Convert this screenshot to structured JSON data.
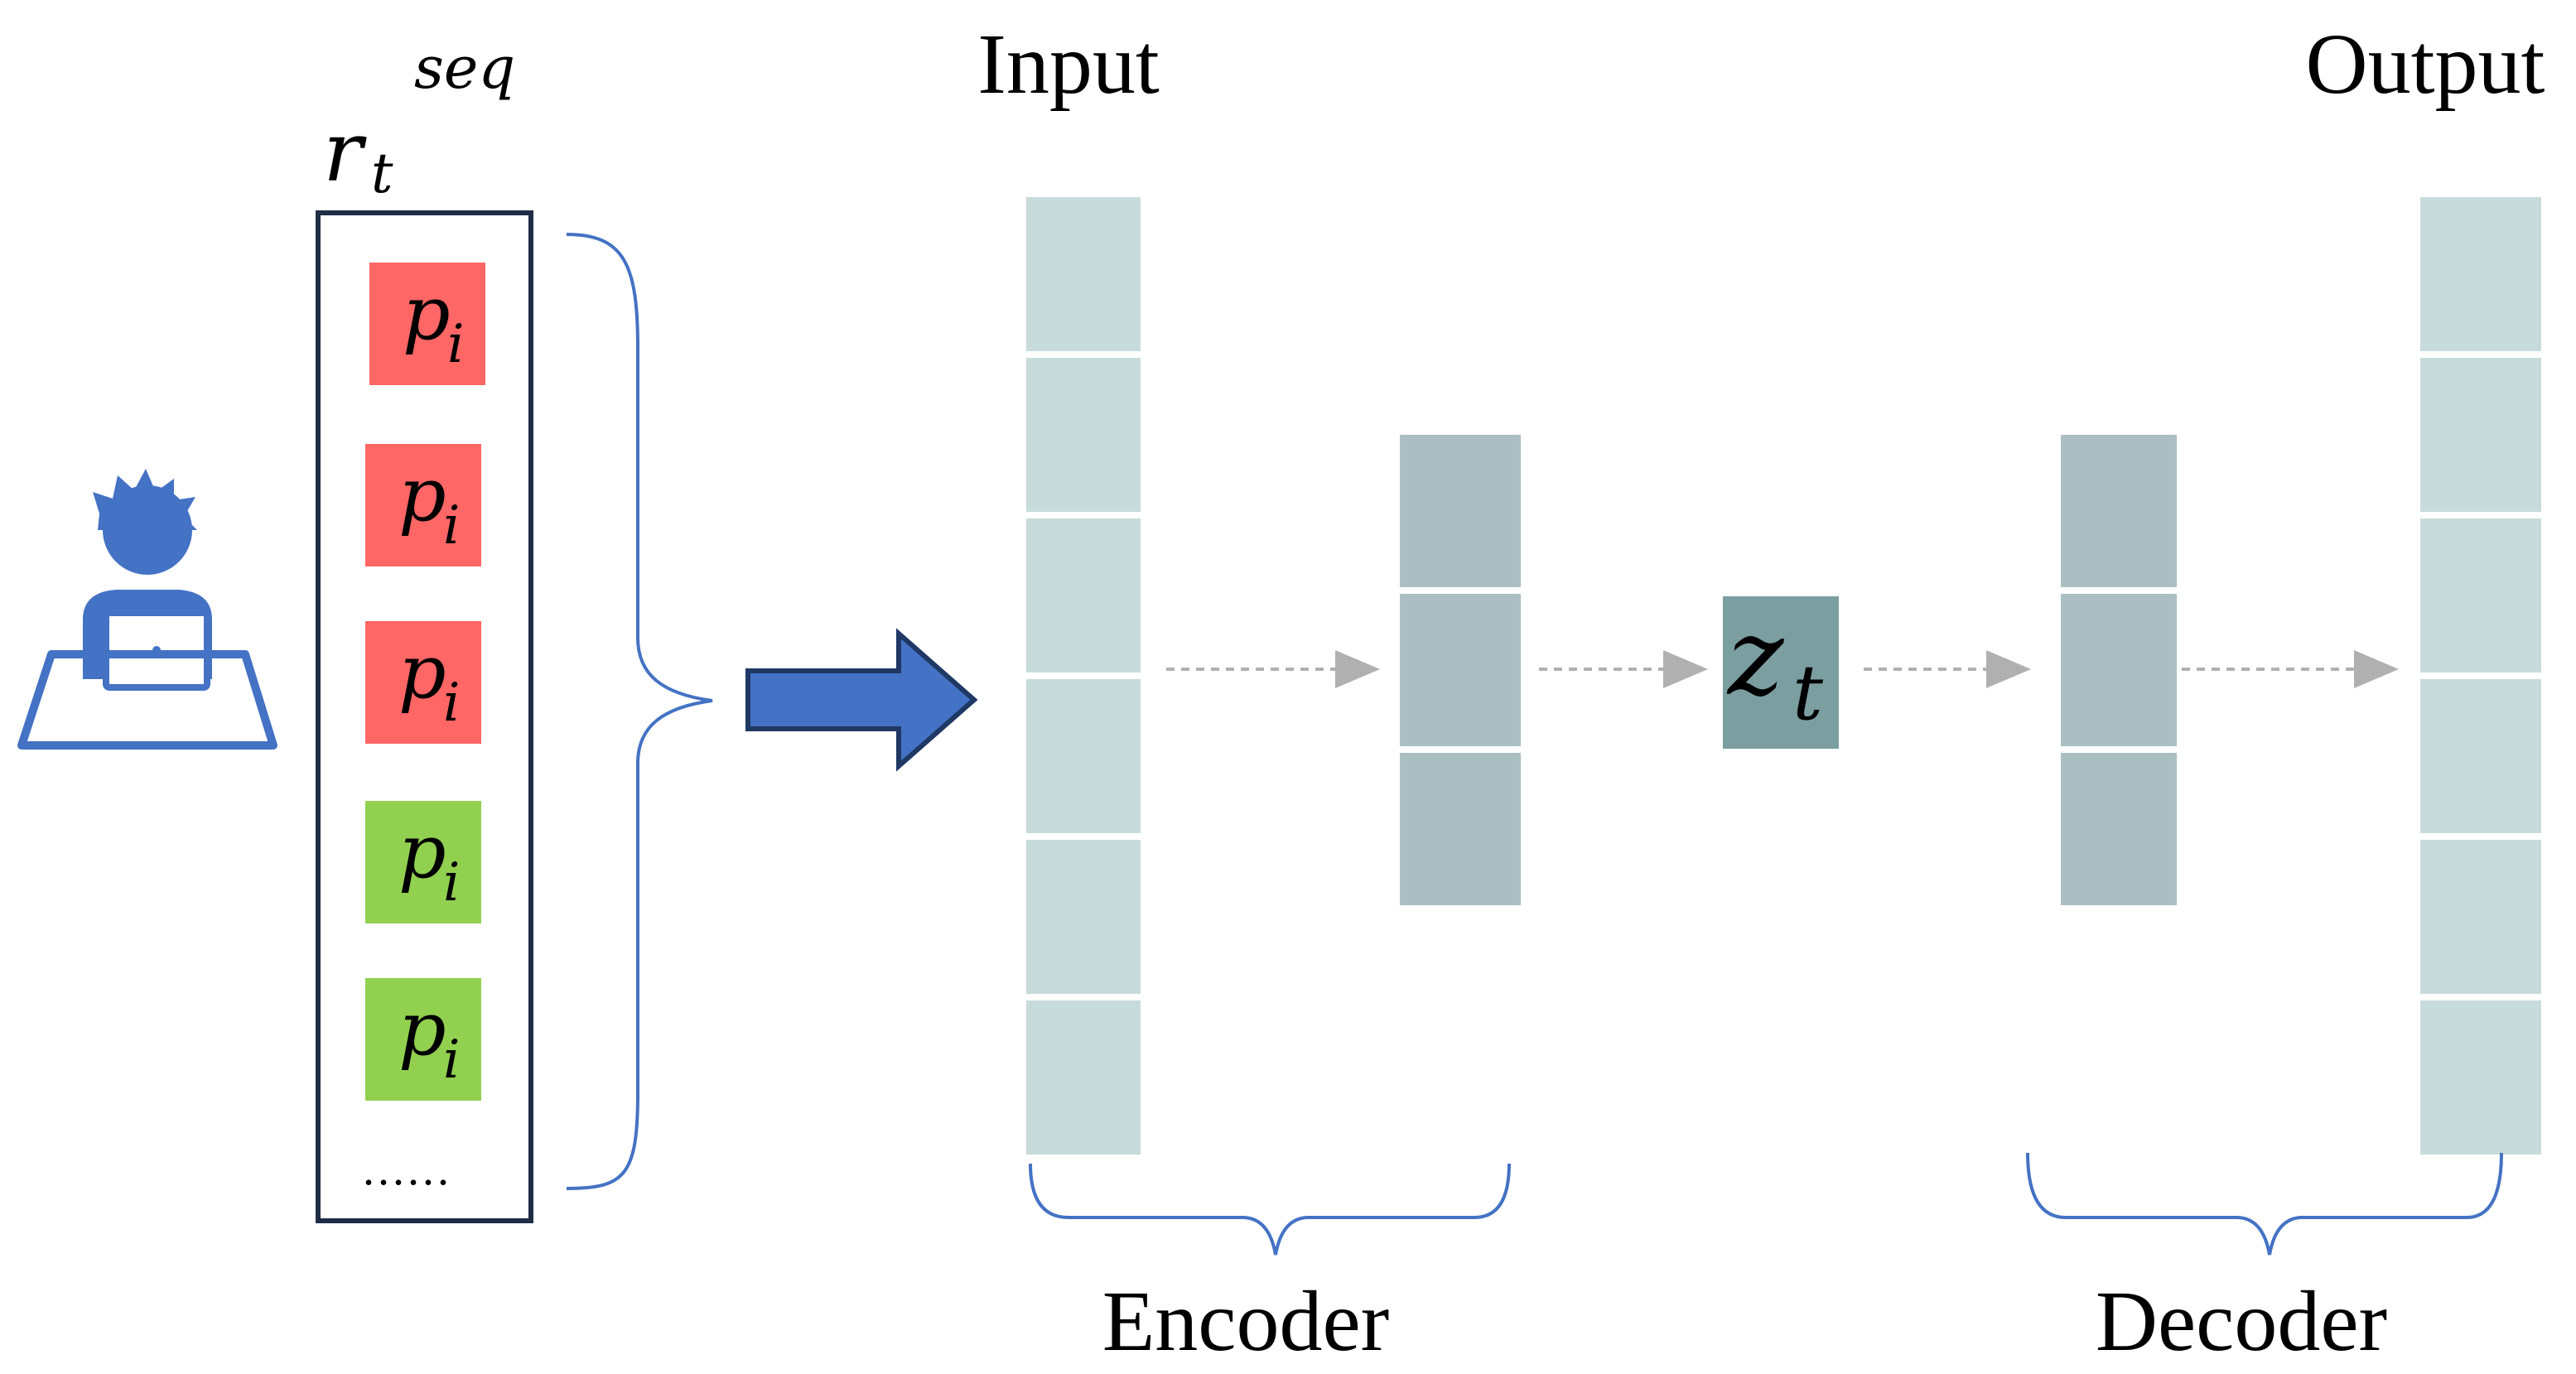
{
  "labels": {
    "sequence_var": "r",
    "sequence_sub": "t",
    "sequence_sup": "seq",
    "input": "Input",
    "output": "Output",
    "encoder": "Encoder",
    "decoder": "Decoder",
    "latent_var": "z",
    "latent_sub": "t",
    "ellipsis": "......"
  },
  "sequence_items": [
    {
      "var": "p",
      "sub": "i",
      "status": "negative"
    },
    {
      "var": "p",
      "sub": "i",
      "status": "negative"
    },
    {
      "var": "p",
      "sub": "i",
      "status": "negative"
    },
    {
      "var": "p",
      "sub": "i",
      "status": "positive"
    },
    {
      "var": "p",
      "sub": "i",
      "status": "positive"
    }
  ],
  "network": {
    "input_units": 6,
    "encoder_hidden_units": 3,
    "latent_units": 1,
    "decoder_hidden_units": 3,
    "output_units": 6
  },
  "colors": {
    "negative_item": "#FF6666",
    "positive_item": "#92D050",
    "io_unit": "#C8DBDB",
    "hidden_unit": "#ABBFC2",
    "latent_unit": "#7B9EA0",
    "arrow_blue": "#4472C4",
    "arrow_outline": "#1F3864",
    "bracket": "#4472C4",
    "box_border": "#1F2E45",
    "flow_arrow": "#B0B0B0",
    "user_icon": "#4472C4"
  },
  "icons": {
    "user": "user-at-laptop-icon",
    "main_arrow": "right-arrow-icon"
  }
}
